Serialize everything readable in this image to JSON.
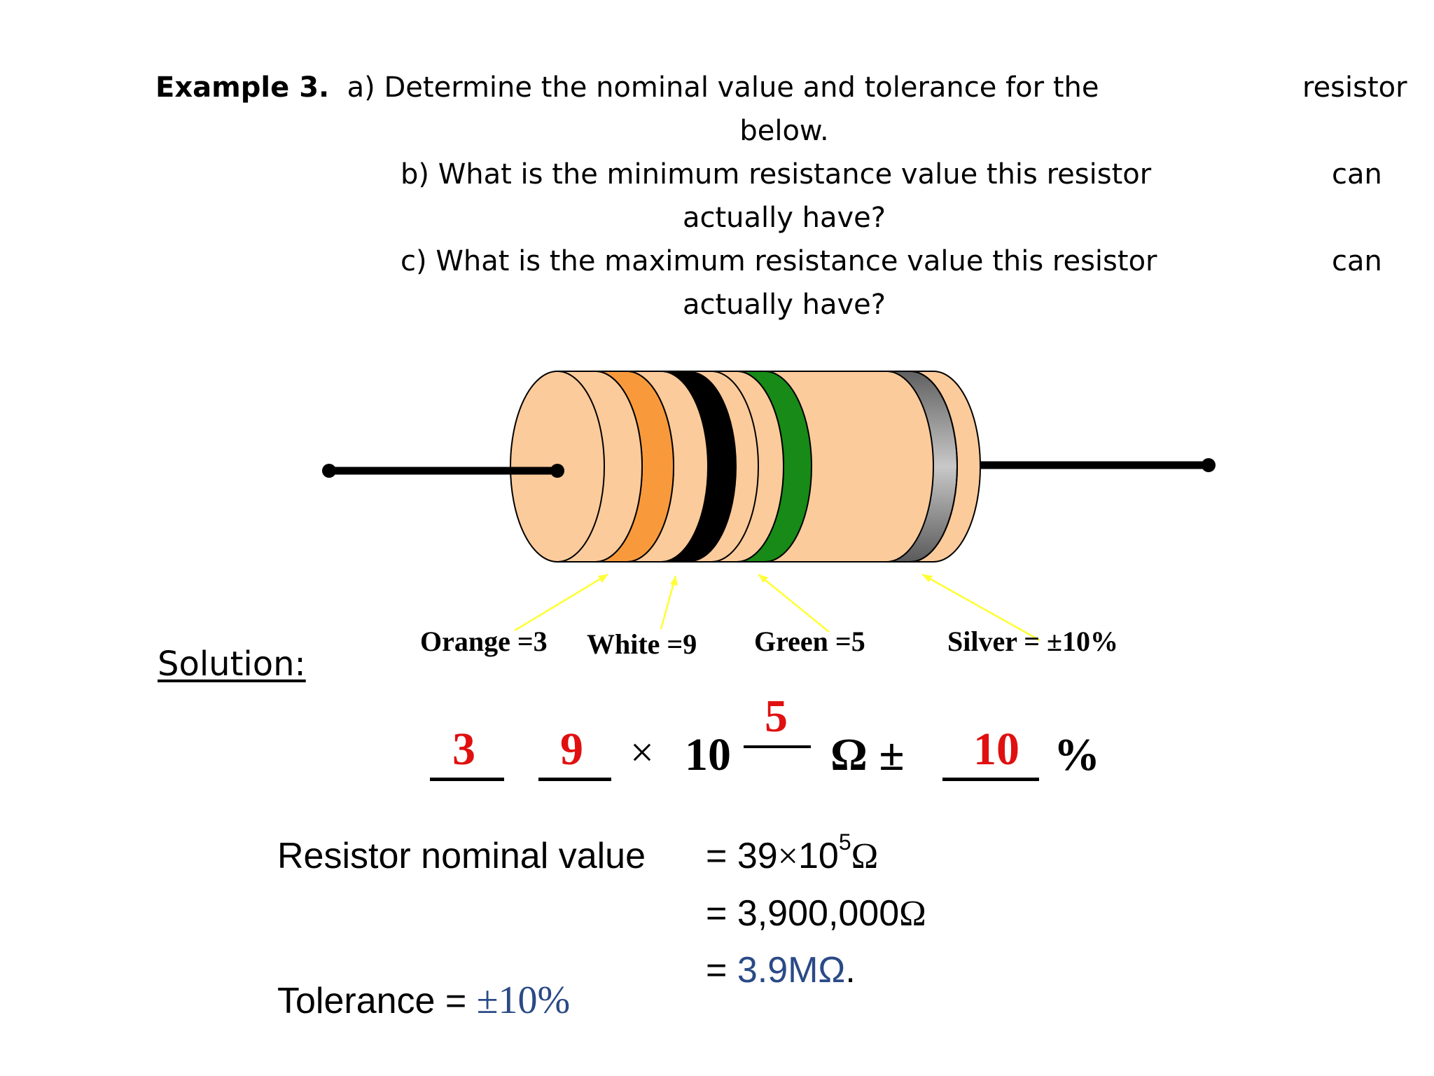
{
  "question": {
    "prefix": "Example 3.",
    "a_line1": "a) Determine the nominal value and tolerance for the",
    "a_tail": "resistor",
    "a_line2": "below.",
    "b_line1": "b) What is the minimum resistance value this resistor",
    "b_tail": "can",
    "b_line2": "actually have?",
    "c_line1": "c) What is the maximum resistance value this resistor",
    "c_tail": "can",
    "c_line2": "actually have?"
  },
  "resistor": {
    "colors": {
      "body": "#fccb9b",
      "orange": "#f89a3c",
      "black": "#000000",
      "green": "#178a17",
      "silver": "#a0a0a0",
      "pointer": "#ffff33"
    },
    "labels": {
      "orange": "Orange =3",
      "white": "White =9",
      "green": "Green =5",
      "silver": "Silver = ±10%"
    }
  },
  "solution": {
    "label": "Solution:",
    "digit1": "3",
    "digit2": "9",
    "times": "×",
    "ten": "10",
    "exponent": "5",
    "ohm_pm": "Ω ±",
    "tolerance": "10",
    "percent": "%",
    "nominal_label": "Resistor nominal value",
    "eq1_prefix": "= 39",
    "eq1_times": "×",
    "eq1_base": "10",
    "eq1_exp": "5",
    "eq1_unit": "Ω",
    "eq2_prefix": "= 3,900,000",
    "eq2_unit": "Ω",
    "eq3_prefix": "=",
    "eq3_value": "3.9MΩ",
    "eq3_suffix": ".",
    "tolerance_label": "Tolerance =",
    "tolerance_value": "±10%"
  }
}
